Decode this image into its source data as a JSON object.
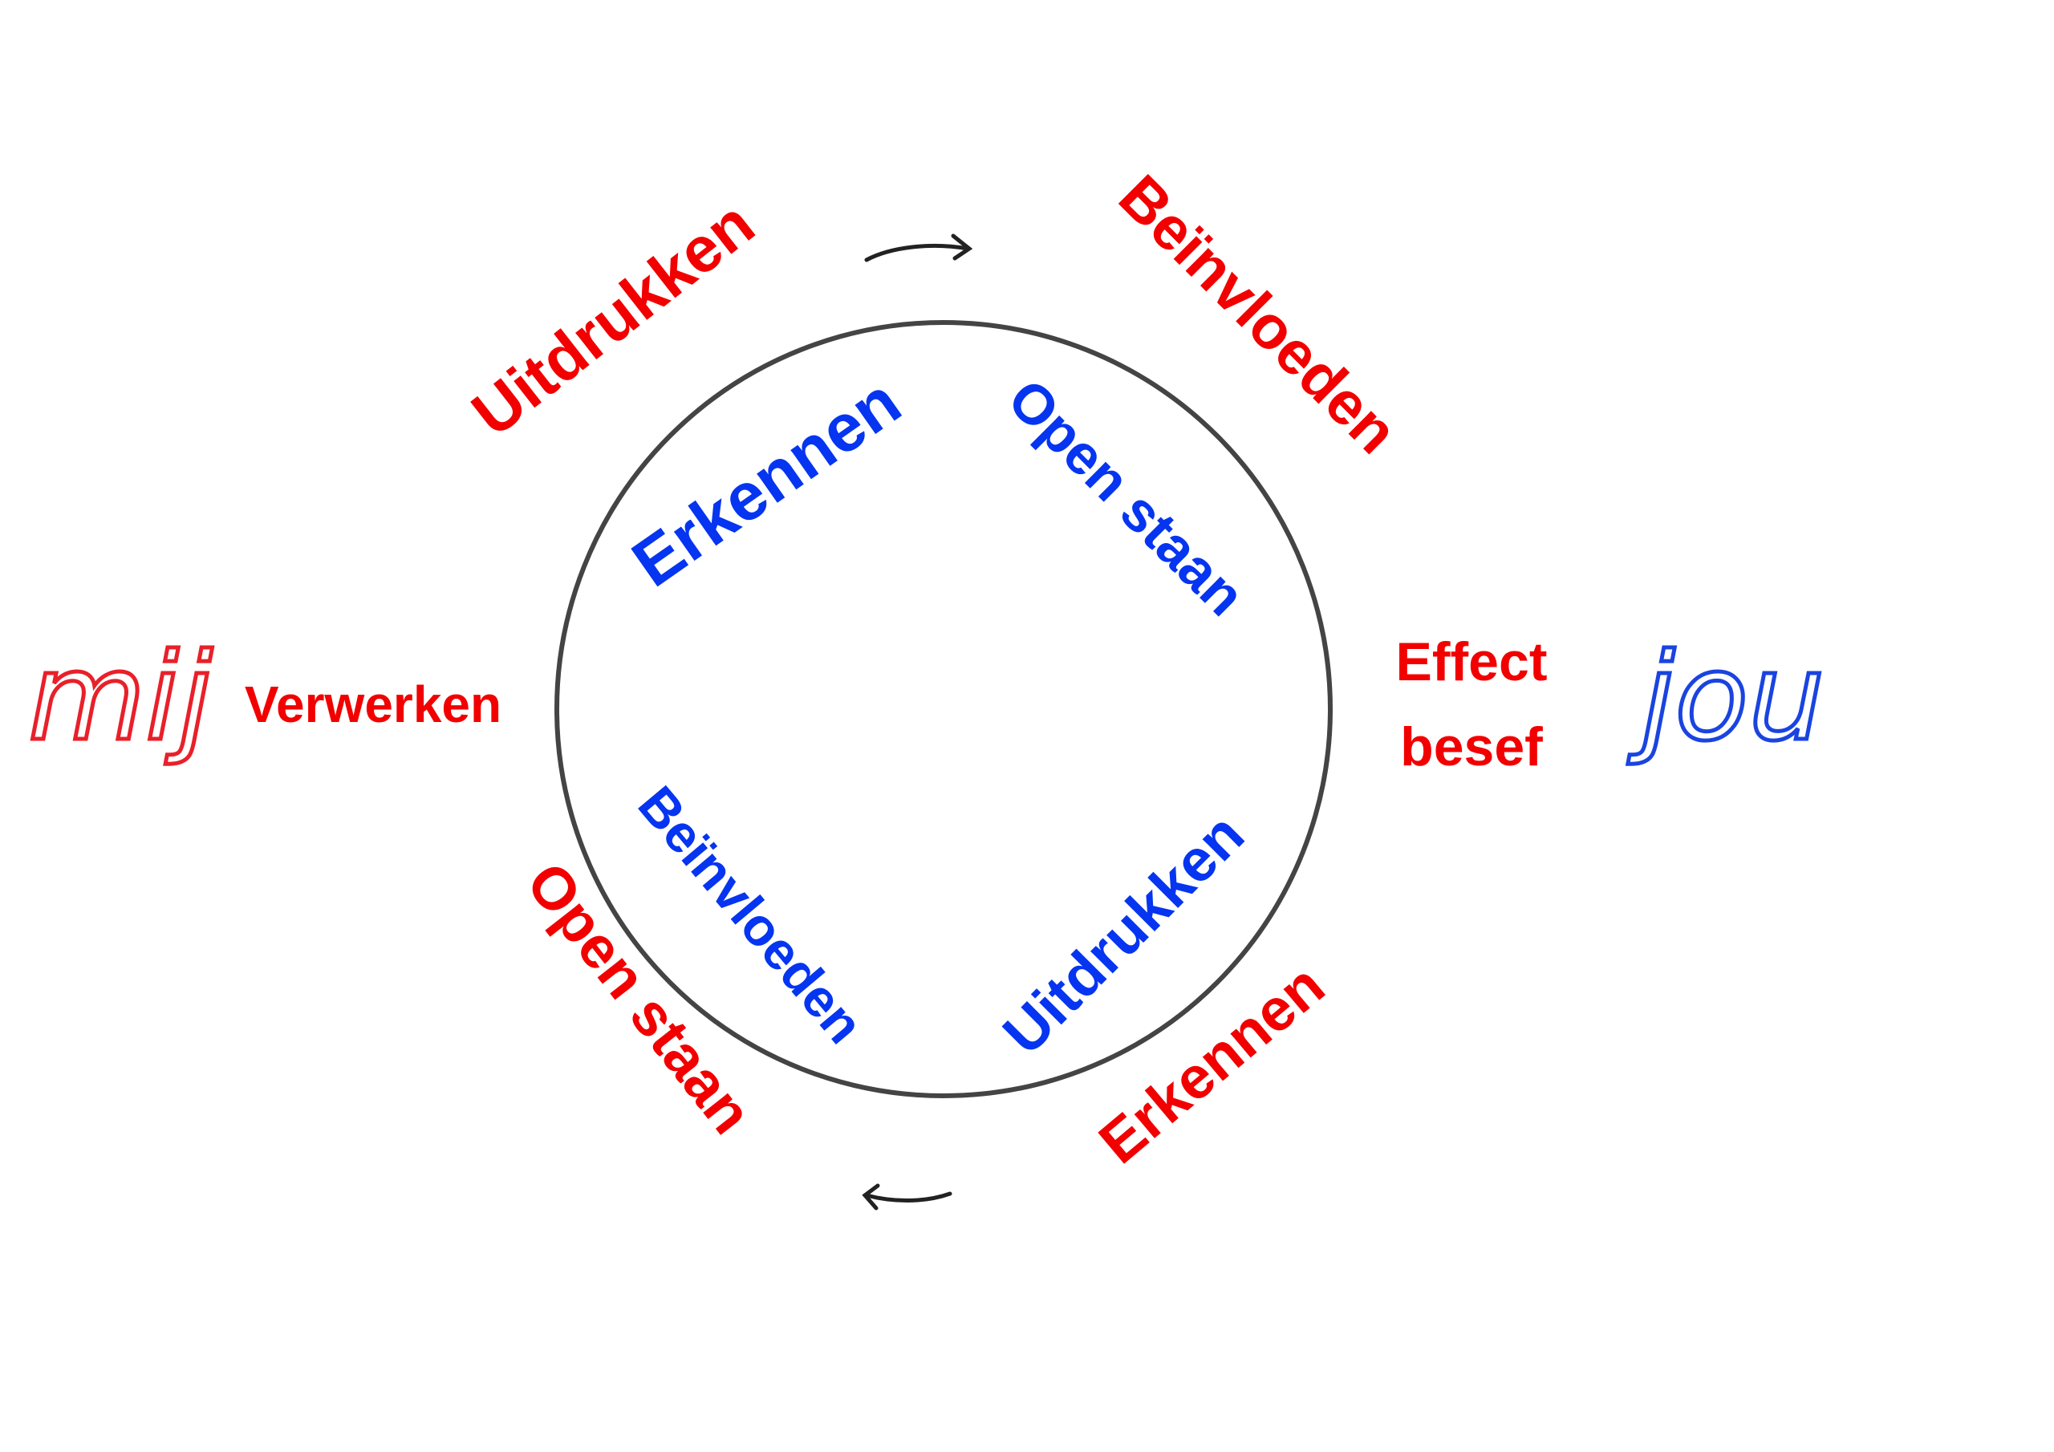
{
  "colors": {
    "outer_label": "#f20000",
    "inner_label": "#0535f0",
    "circle": "#444444",
    "arrow": "#222222"
  },
  "left_party": "mij",
  "right_party": "jou",
  "outer_labels": {
    "top_left": "Uitdrukken",
    "top_right": "Beïnvloeden",
    "left": "Verwerken",
    "right_line1": "Effect",
    "right_line2": "besef",
    "bottom_left": "Open staan",
    "bottom_right": "Erkennen"
  },
  "inner_labels": {
    "top_left": "Erkennen",
    "top_right": "Open staan",
    "bottom_left": "Beïnvloeden",
    "bottom_right": "Uitdrukken"
  },
  "icons": {
    "top_arrow": "curved-arrow-right",
    "bottom_arrow": "curved-arrow-left"
  }
}
